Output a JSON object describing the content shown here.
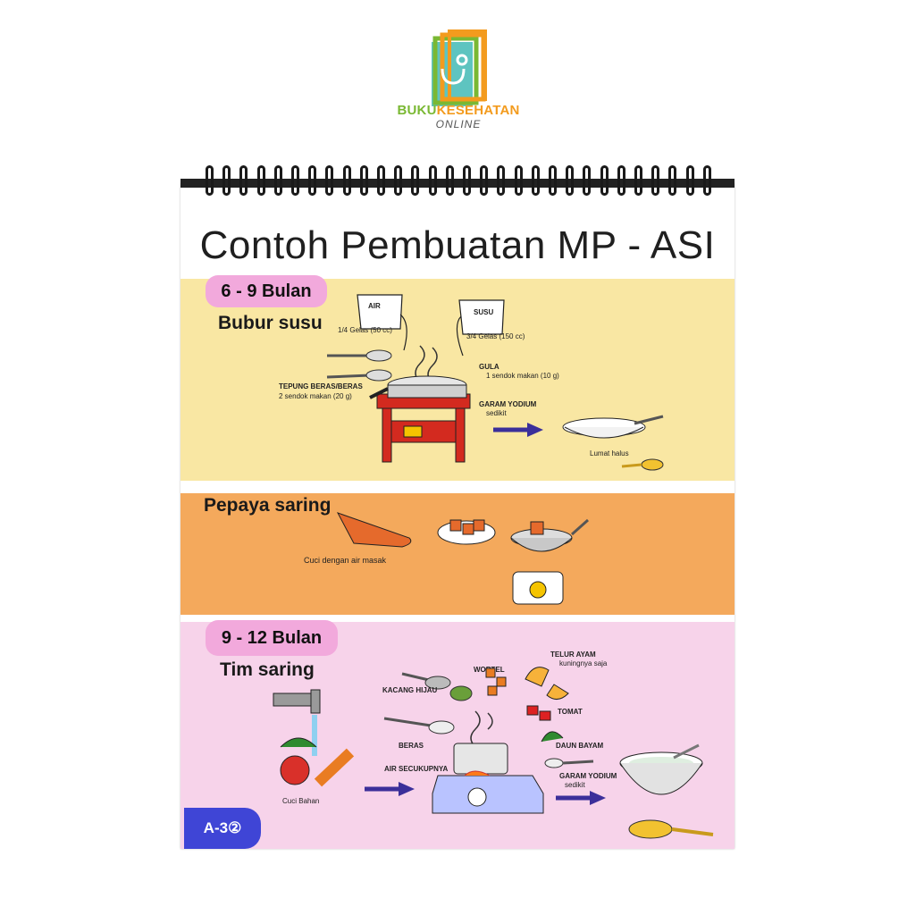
{
  "logo": {
    "brand_part1": "BUKU",
    "brand_part2": "KESEHATAN",
    "brand_sub": "ONLINE"
  },
  "page": {
    "title": "Contoh Pembuatan MP - ASI",
    "badge": "A-3②"
  },
  "section_6_9": {
    "age": "6 - 9 Bulan",
    "heading": "Bubur susu",
    "labels": {
      "air": "AIR",
      "air_amount": "1/4 Gelas (50 cc)",
      "susu": "SUSU",
      "susu_amount": "3/4 Gelas (150 cc)",
      "tepung": "TEPUNG BERAS/BERAS",
      "tepung_amount": "2 sendok makan (20 g)",
      "gula": "GULA",
      "gula_amount": "1 sendok makan (10 g)",
      "garam": "GARAM YODIUM",
      "garam_amount": "sedikit",
      "result": "Lumat halus"
    }
  },
  "section_pepaya": {
    "heading": "Pepaya saring",
    "caption": "Cuci dengan air masak"
  },
  "section_9_12": {
    "age": "9 - 12 Bulan",
    "heading": "Tim saring",
    "labels": {
      "telur": "TELUR AYAM",
      "telur_note": "kuningnya saja",
      "wortel": "WORTEL",
      "kacang": "KACANG HIJAU",
      "tomat": "TOMAT",
      "beras": "BERAS",
      "daun_bayam": "DAUN BAYAM",
      "air": "AIR SECUKUPNYA",
      "garam": "GARAM YODIUM",
      "garam_amount": "sedikit",
      "cuci": "Cuci Bahan"
    }
  },
  "colors": {
    "band_yellow": "#f9e7a3",
    "band_orange": "#f4a95c",
    "band_pink": "#f7d3ea",
    "pill": "#f2a9dc",
    "badge": "#3f45d6",
    "arrow": "#3b2f9a"
  }
}
